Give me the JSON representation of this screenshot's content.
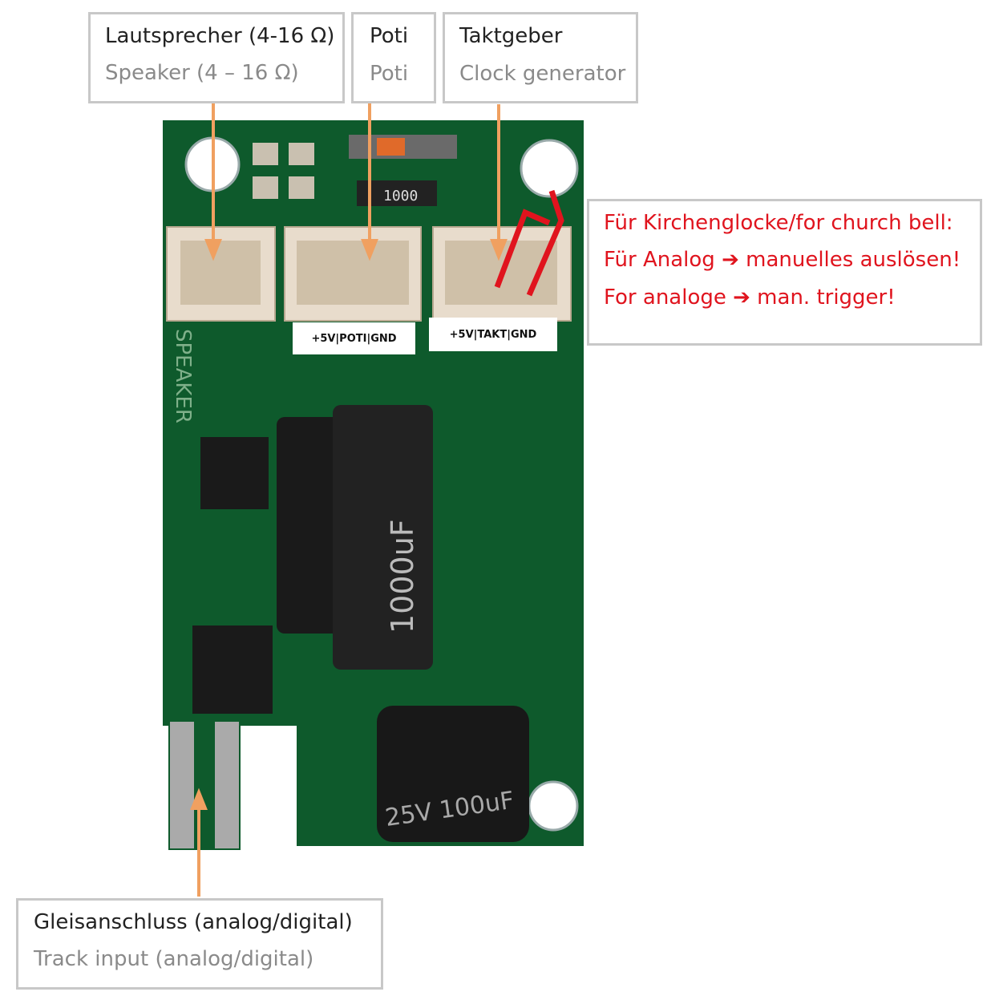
{
  "labels": {
    "speaker": {
      "de": "Lautsprecher (4-16 Ω)",
      "en": "Speaker (4 – 16 Ω)"
    },
    "poti": {
      "de": "Poti",
      "en": "Poti"
    },
    "clock": {
      "de": "Taktgeber",
      "en": "Clock generator"
    },
    "track": {
      "de": "Gleisanschluss (analog/digital)",
      "en": "Track input (analog/digital)"
    }
  },
  "note": {
    "line1": "Für Kirchenglocke/for church bell:",
    "line2": "Für Analog ➔ manuelles auslösen!",
    "line3": "For analoge ➔ man. trigger!"
  },
  "pinouts": {
    "poti": "+5V|POTI|GND",
    "takt": "+5V|TAKT|GND"
  },
  "board_silkscreen": {
    "speaker": "SPEAKER",
    "resistor": "1000",
    "capacitor": "1000uF",
    "capacitor2": "25V 100uF"
  },
  "colors": {
    "arrow": "#f0a060",
    "note": "#e0141e",
    "pcb": "#0e5a2c"
  }
}
